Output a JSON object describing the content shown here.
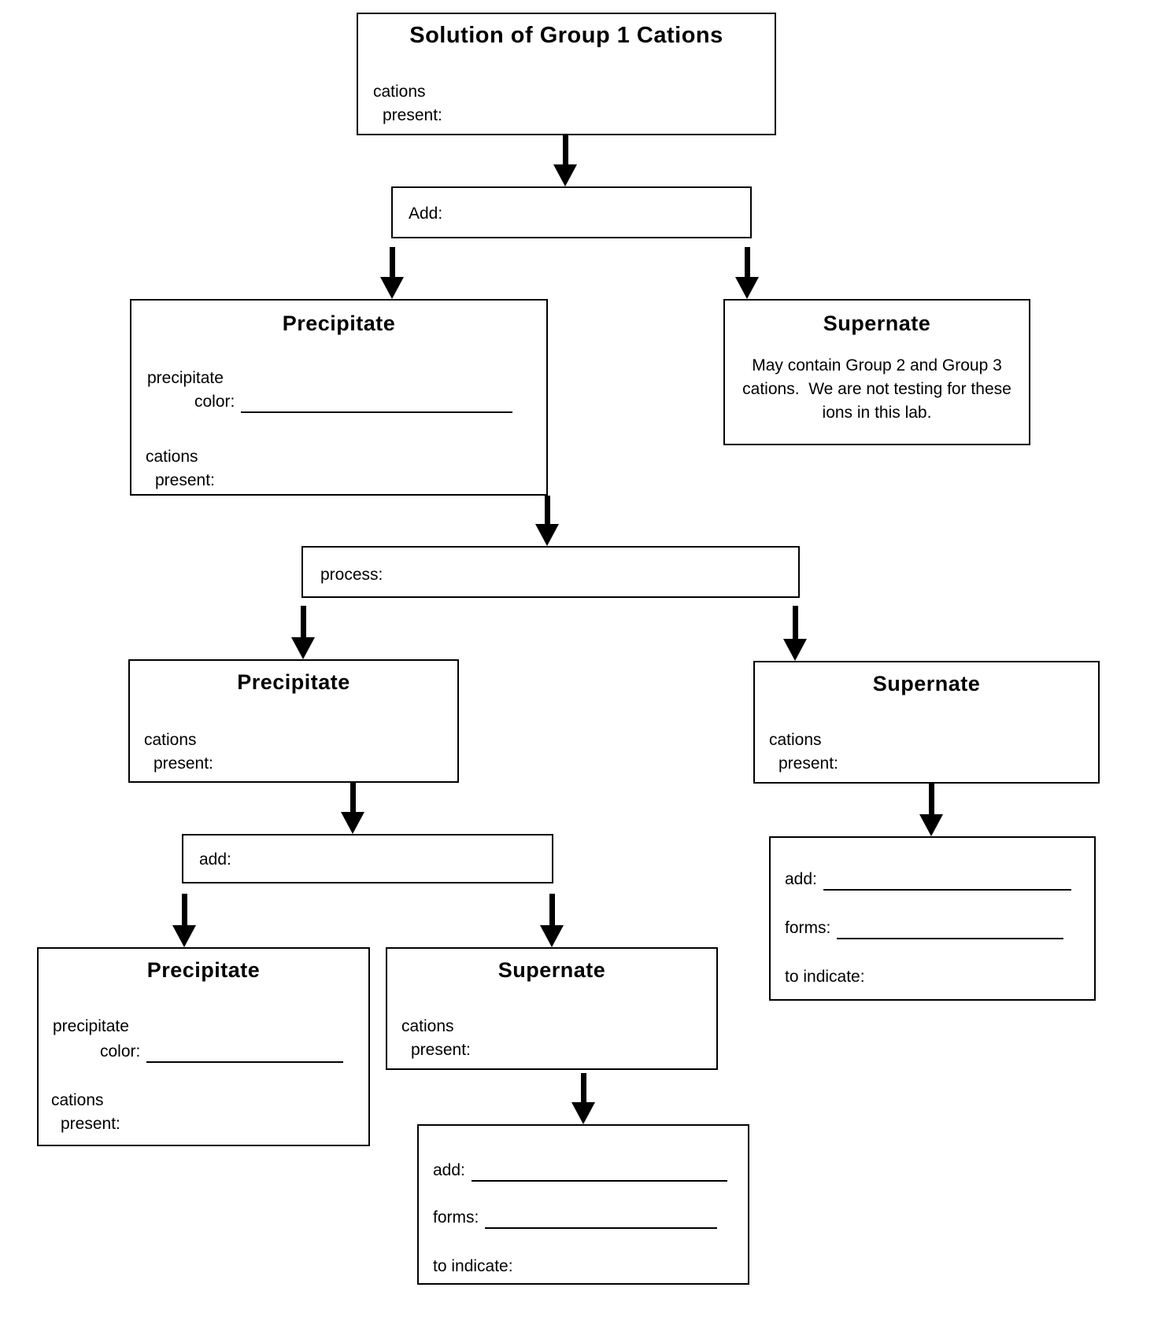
{
  "flowchart": {
    "root": {
      "title": "Solution of Group 1 Cations",
      "cations_label": "cations",
      "present_label": "present:",
      "present_value": ""
    },
    "add_step": {
      "label": "Add:",
      "value": ""
    },
    "precipitate_1": {
      "heading": "Precipitate",
      "precipitate_label": "precipitate",
      "color_label": "color:",
      "color_value": "",
      "cations_label": "cations",
      "present_label": "present:",
      "present_value": ""
    },
    "supernate_1": {
      "heading": "Supernate",
      "note": "May contain Group 2 and Group 3 cations.  We are not testing for these ions in this lab."
    },
    "process_step": {
      "label": "process:",
      "value": ""
    },
    "precipitate_2": {
      "heading": "Precipitate",
      "cations_label": "cations",
      "present_label": "present:",
      "present_value": ""
    },
    "supernate_2": {
      "heading": "Supernate",
      "cations_label": "cations",
      "present_label": "present:",
      "present_value": ""
    },
    "add_step_2": {
      "label": "add:",
      "value": ""
    },
    "precipitate_3": {
      "heading": "Precipitate",
      "precipitate_label": "precipitate",
      "color_label": "color:",
      "color_value": "",
      "cations_label": "cations",
      "present_label": "present:",
      "present_value": ""
    },
    "supernate_3": {
      "heading": "Supernate",
      "cations_label": "cations",
      "present_label": "present:",
      "present_value": ""
    },
    "result_right": {
      "add_label": "add:",
      "add_value": "",
      "forms_label": "forms:",
      "forms_value": "",
      "indicate_label": "to indicate:",
      "indicate_value": ""
    },
    "result_bottom": {
      "add_label": "add:",
      "add_value": "",
      "forms_label": "forms:",
      "forms_value": "",
      "indicate_label": "to indicate:",
      "indicate_value": ""
    }
  },
  "colors": {
    "line": "#000000",
    "background": "#ffffff",
    "text": "#000000"
  }
}
